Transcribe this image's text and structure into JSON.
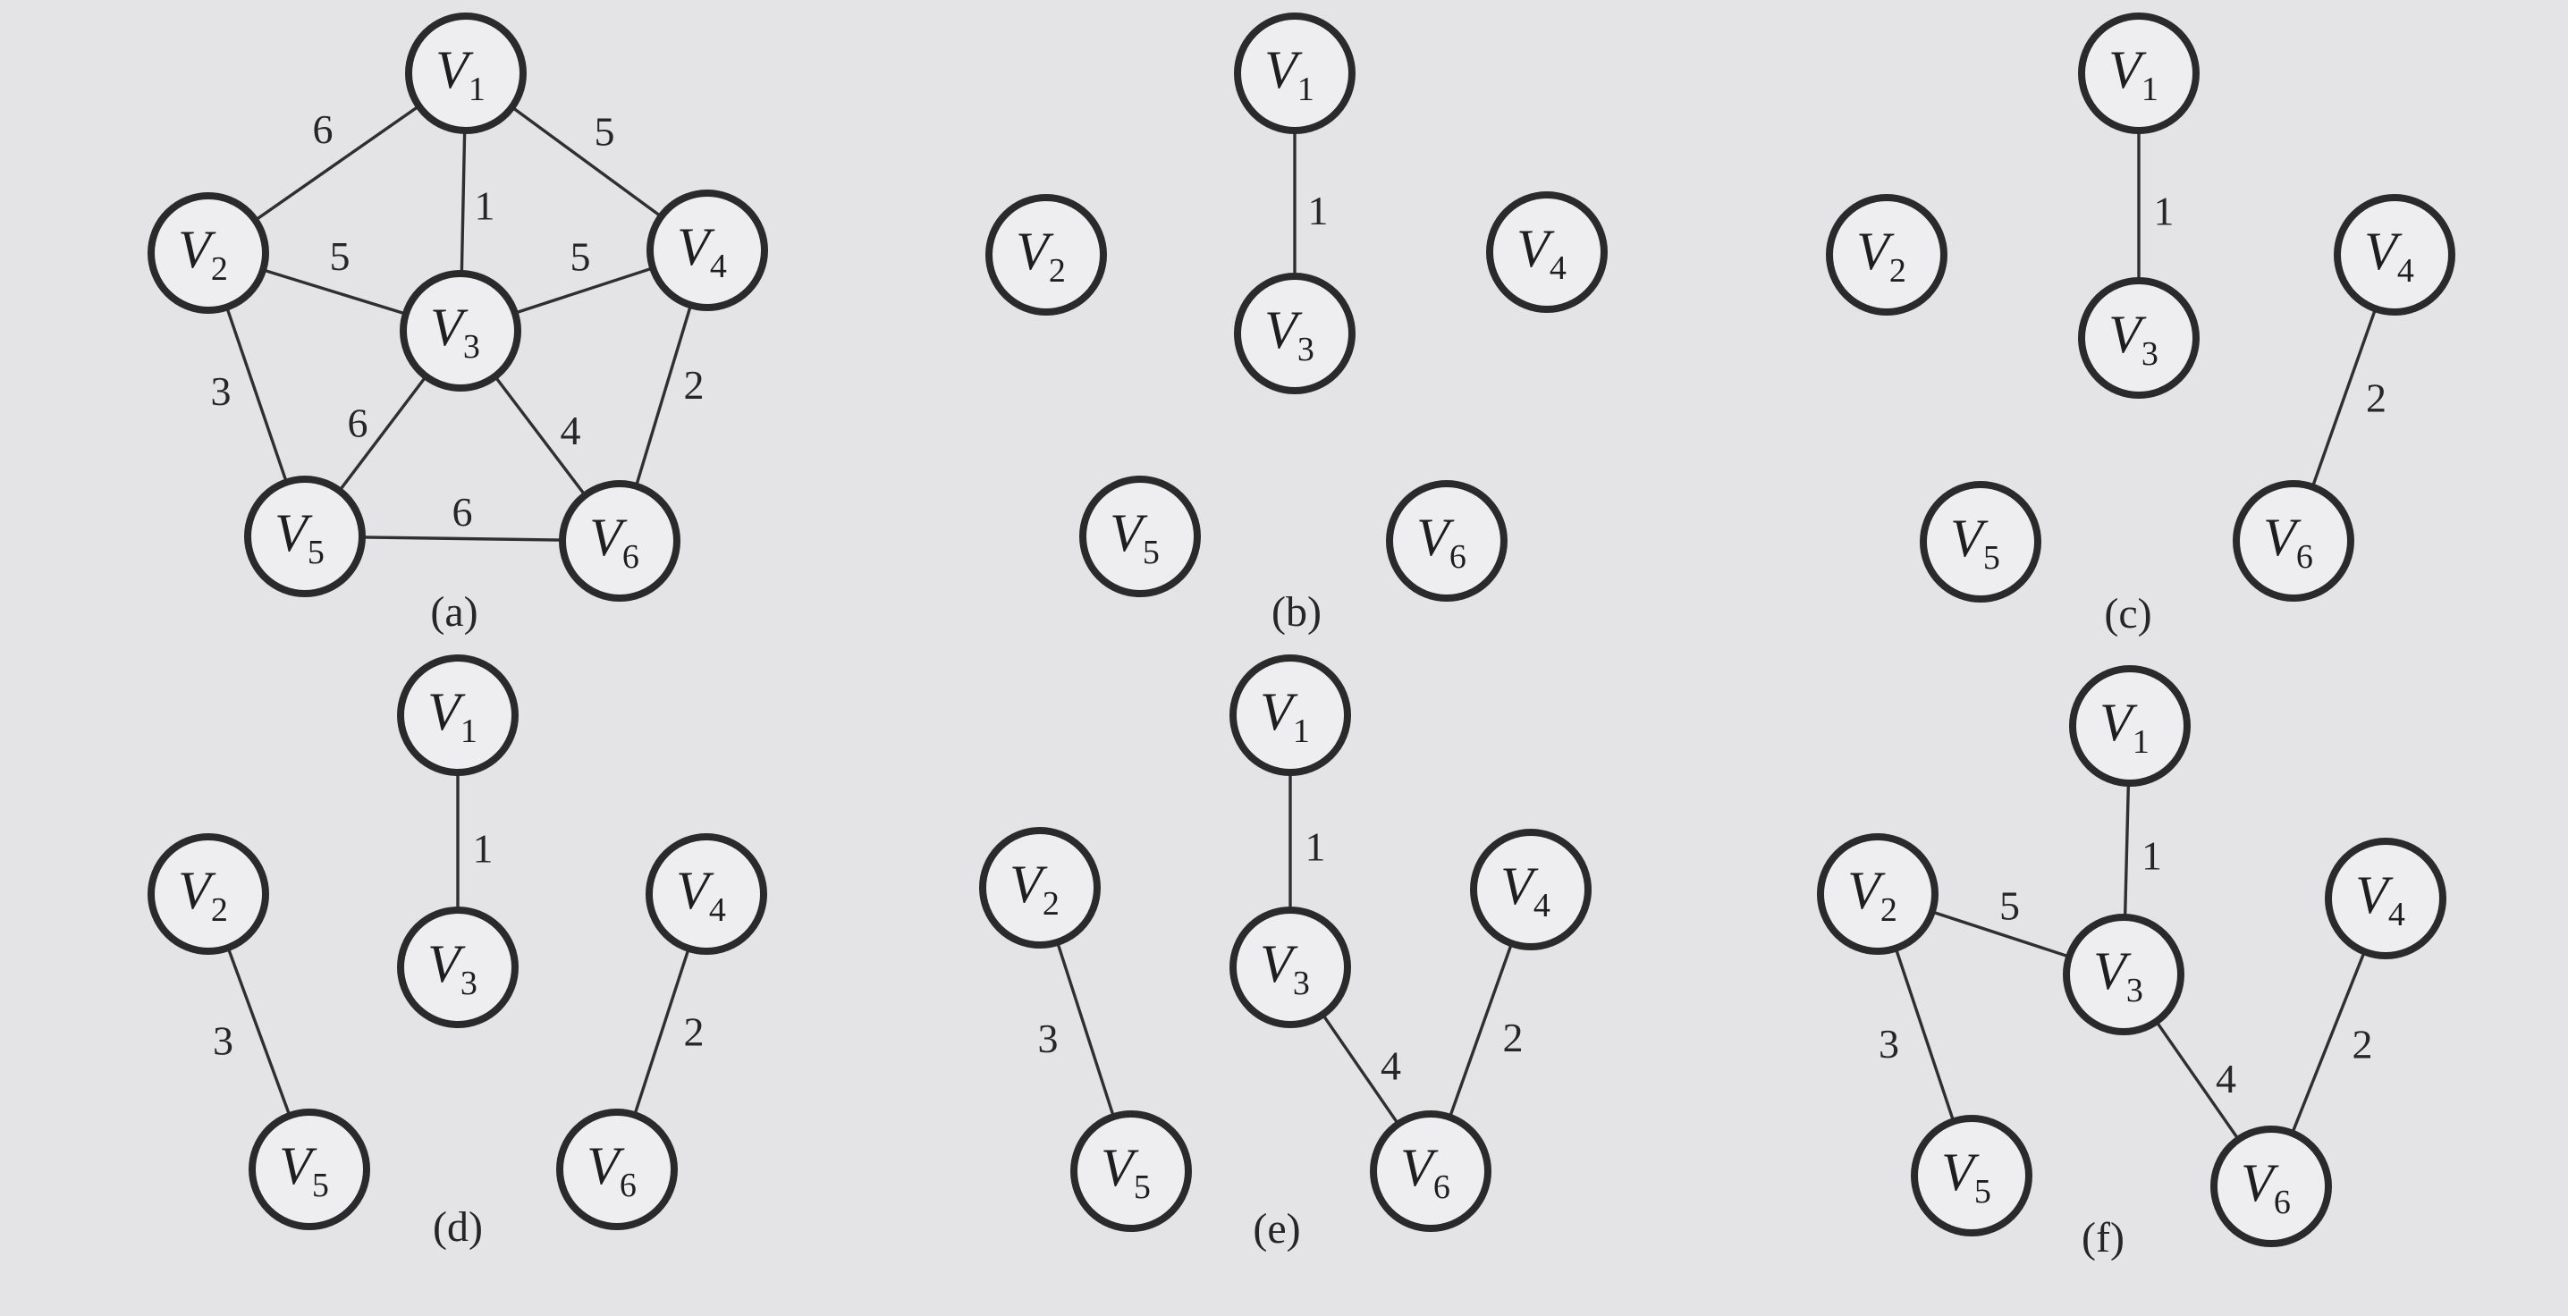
{
  "vertex_letter": "V",
  "panels": [
    {
      "id": "a",
      "caption": "(a)",
      "vertices": [
        "1",
        "2",
        "3",
        "4",
        "5",
        "6"
      ],
      "edges": [
        {
          "u": "1",
          "v": "2",
          "w": "6"
        },
        {
          "u": "1",
          "v": "3",
          "w": "1"
        },
        {
          "u": "1",
          "v": "4",
          "w": "5"
        },
        {
          "u": "2",
          "v": "3",
          "w": "5"
        },
        {
          "u": "3",
          "v": "4",
          "w": "5"
        },
        {
          "u": "2",
          "v": "5",
          "w": "3"
        },
        {
          "u": "3",
          "v": "5",
          "w": "6"
        },
        {
          "u": "3",
          "v": "6",
          "w": "4"
        },
        {
          "u": "4",
          "v": "6",
          "w": "2"
        },
        {
          "u": "5",
          "v": "6",
          "w": "6"
        }
      ]
    },
    {
      "id": "b",
      "caption": "(b)",
      "vertices": [
        "1",
        "2",
        "3",
        "4",
        "5",
        "6"
      ],
      "edges": [
        {
          "u": "1",
          "v": "3",
          "w": "1"
        }
      ]
    },
    {
      "id": "c",
      "caption": "(c)",
      "vertices": [
        "1",
        "2",
        "3",
        "4",
        "5",
        "6"
      ],
      "edges": [
        {
          "u": "1",
          "v": "3",
          "w": "1"
        },
        {
          "u": "4",
          "v": "6",
          "w": "2"
        }
      ]
    },
    {
      "id": "d",
      "caption": "(d)",
      "vertices": [
        "1",
        "2",
        "3",
        "4",
        "5",
        "6"
      ],
      "edges": [
        {
          "u": "1",
          "v": "3",
          "w": "1"
        },
        {
          "u": "4",
          "v": "6",
          "w": "2"
        },
        {
          "u": "2",
          "v": "5",
          "w": "3"
        }
      ]
    },
    {
      "id": "e",
      "caption": "(e)",
      "vertices": [
        "1",
        "2",
        "3",
        "4",
        "5",
        "6"
      ],
      "edges": [
        {
          "u": "1",
          "v": "3",
          "w": "1"
        },
        {
          "u": "4",
          "v": "6",
          "w": "2"
        },
        {
          "u": "2",
          "v": "5",
          "w": "3"
        },
        {
          "u": "3",
          "v": "6",
          "w": "4"
        }
      ]
    },
    {
      "id": "f",
      "caption": "(f)",
      "vertices": [
        "1",
        "2",
        "3",
        "4",
        "5",
        "6"
      ],
      "edges": [
        {
          "u": "1",
          "v": "3",
          "w": "1"
        },
        {
          "u": "4",
          "v": "6",
          "w": "2"
        },
        {
          "u": "2",
          "v": "5",
          "w": "3"
        },
        {
          "u": "3",
          "v": "6",
          "w": "4"
        },
        {
          "u": "2",
          "v": "3",
          "w": "5"
        }
      ]
    }
  ]
}
